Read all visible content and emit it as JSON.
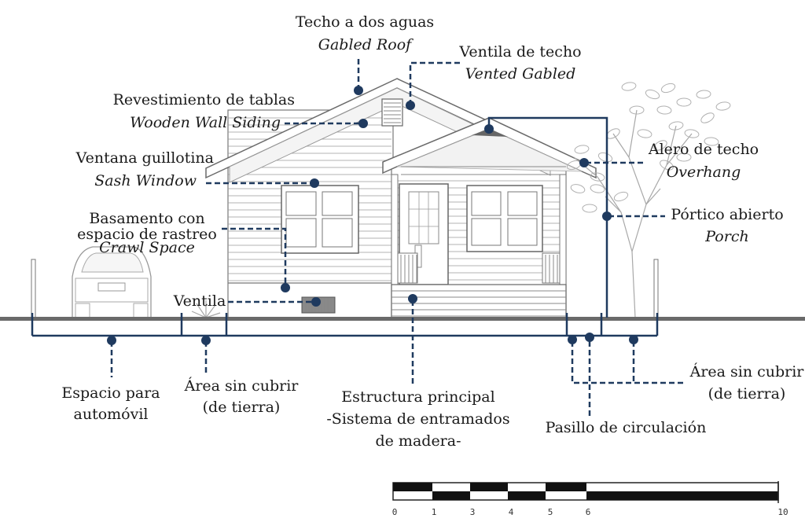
{
  "diagram": {
    "labels": {
      "gabled_roof_es": "Techo a dos aguas",
      "gabled_roof_en": "Gabled Roof",
      "vented_gable_es": "Ventila de techo",
      "vented_gable_en": "Vented Gabled",
      "siding_es": "Revestimiento de tablas",
      "siding_en": "Wooden Wall Siding",
      "sash_window_es": "Ventana guillotina",
      "sash_window_en": "Sash Window",
      "crawl_es_1": "Basamento con",
      "crawl_es_2": "espacio de rastreo",
      "crawl_en": "Crawl Space",
      "vent": "Ventila",
      "overhang_es": "Alero de techo",
      "overhang_en": "Overhang",
      "porch_es": "Pórtico abierto",
      "porch_en": "Porch",
      "carport_1": "Espacio para",
      "carport_2": "automóvil",
      "uncovered_left_1": "Área sin cubrir",
      "uncovered_left_2": "(de tierra)",
      "structure_1": "Estructura principal",
      "structure_2": "-Sistema de entramados",
      "structure_3": "de madera-",
      "uncovered_right_1": "Área sin cubrir",
      "uncovered_right_2": "(de tierra)",
      "walkway": "Pasillo de circulación"
    },
    "scale_bar": {
      "ticks": [
        "0",
        "1",
        "3",
        "4",
        "5",
        "6",
        "10"
      ]
    }
  }
}
